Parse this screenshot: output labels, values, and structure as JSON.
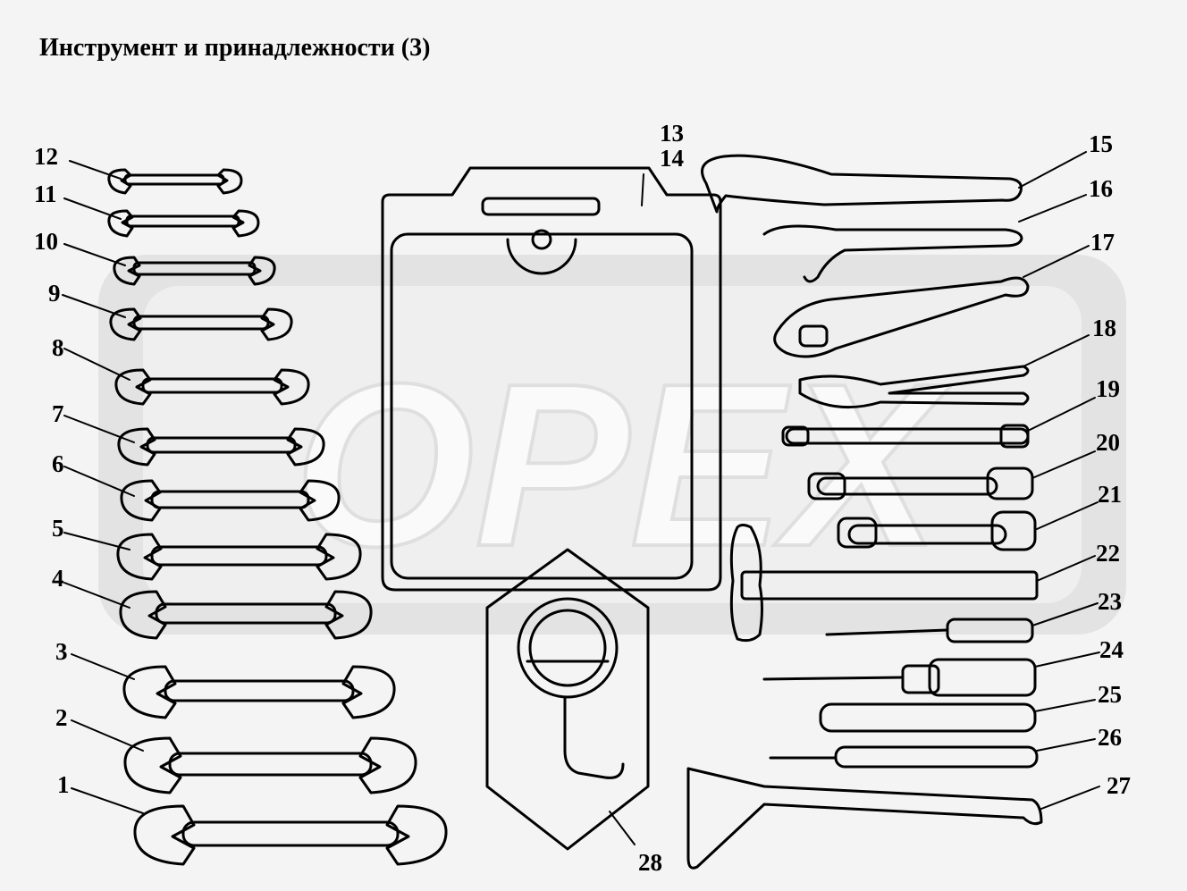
{
  "title": "Инструмент и принадлежности (3)",
  "watermark": "OPEX",
  "callouts": [
    "1",
    "2",
    "3",
    "4",
    "5",
    "6",
    "7",
    "8",
    "9",
    "10",
    "11",
    "12",
    "13",
    "14",
    "15",
    "16",
    "17",
    "18",
    "19",
    "20",
    "21",
    "22",
    "23",
    "24",
    "25",
    "26",
    "27",
    "28"
  ]
}
